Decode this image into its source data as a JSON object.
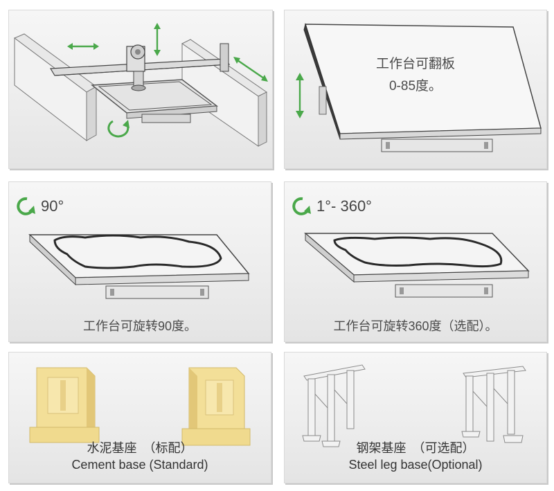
{
  "panels": {
    "p2": {
      "line1": "工作台可翻板",
      "line2": "0-85度。"
    },
    "p3": {
      "angle": "90°",
      "caption": "工作台可旋转90度。"
    },
    "p4": {
      "angle": "1°- 360°",
      "caption": "工作台可旋转360度（选配）。"
    },
    "p5": {
      "caption_cn": "水泥基座　（标配）",
      "caption_en": "Cement base (Standard)"
    },
    "p6": {
      "caption_cn": "钢架基座　（可选配）",
      "caption_en": "Steel leg base(Optional)"
    }
  },
  "colors": {
    "arrow_green": "#4aa84a",
    "panel_bg": "#ececec",
    "line": "#333333",
    "cement": "#f0d98a"
  }
}
